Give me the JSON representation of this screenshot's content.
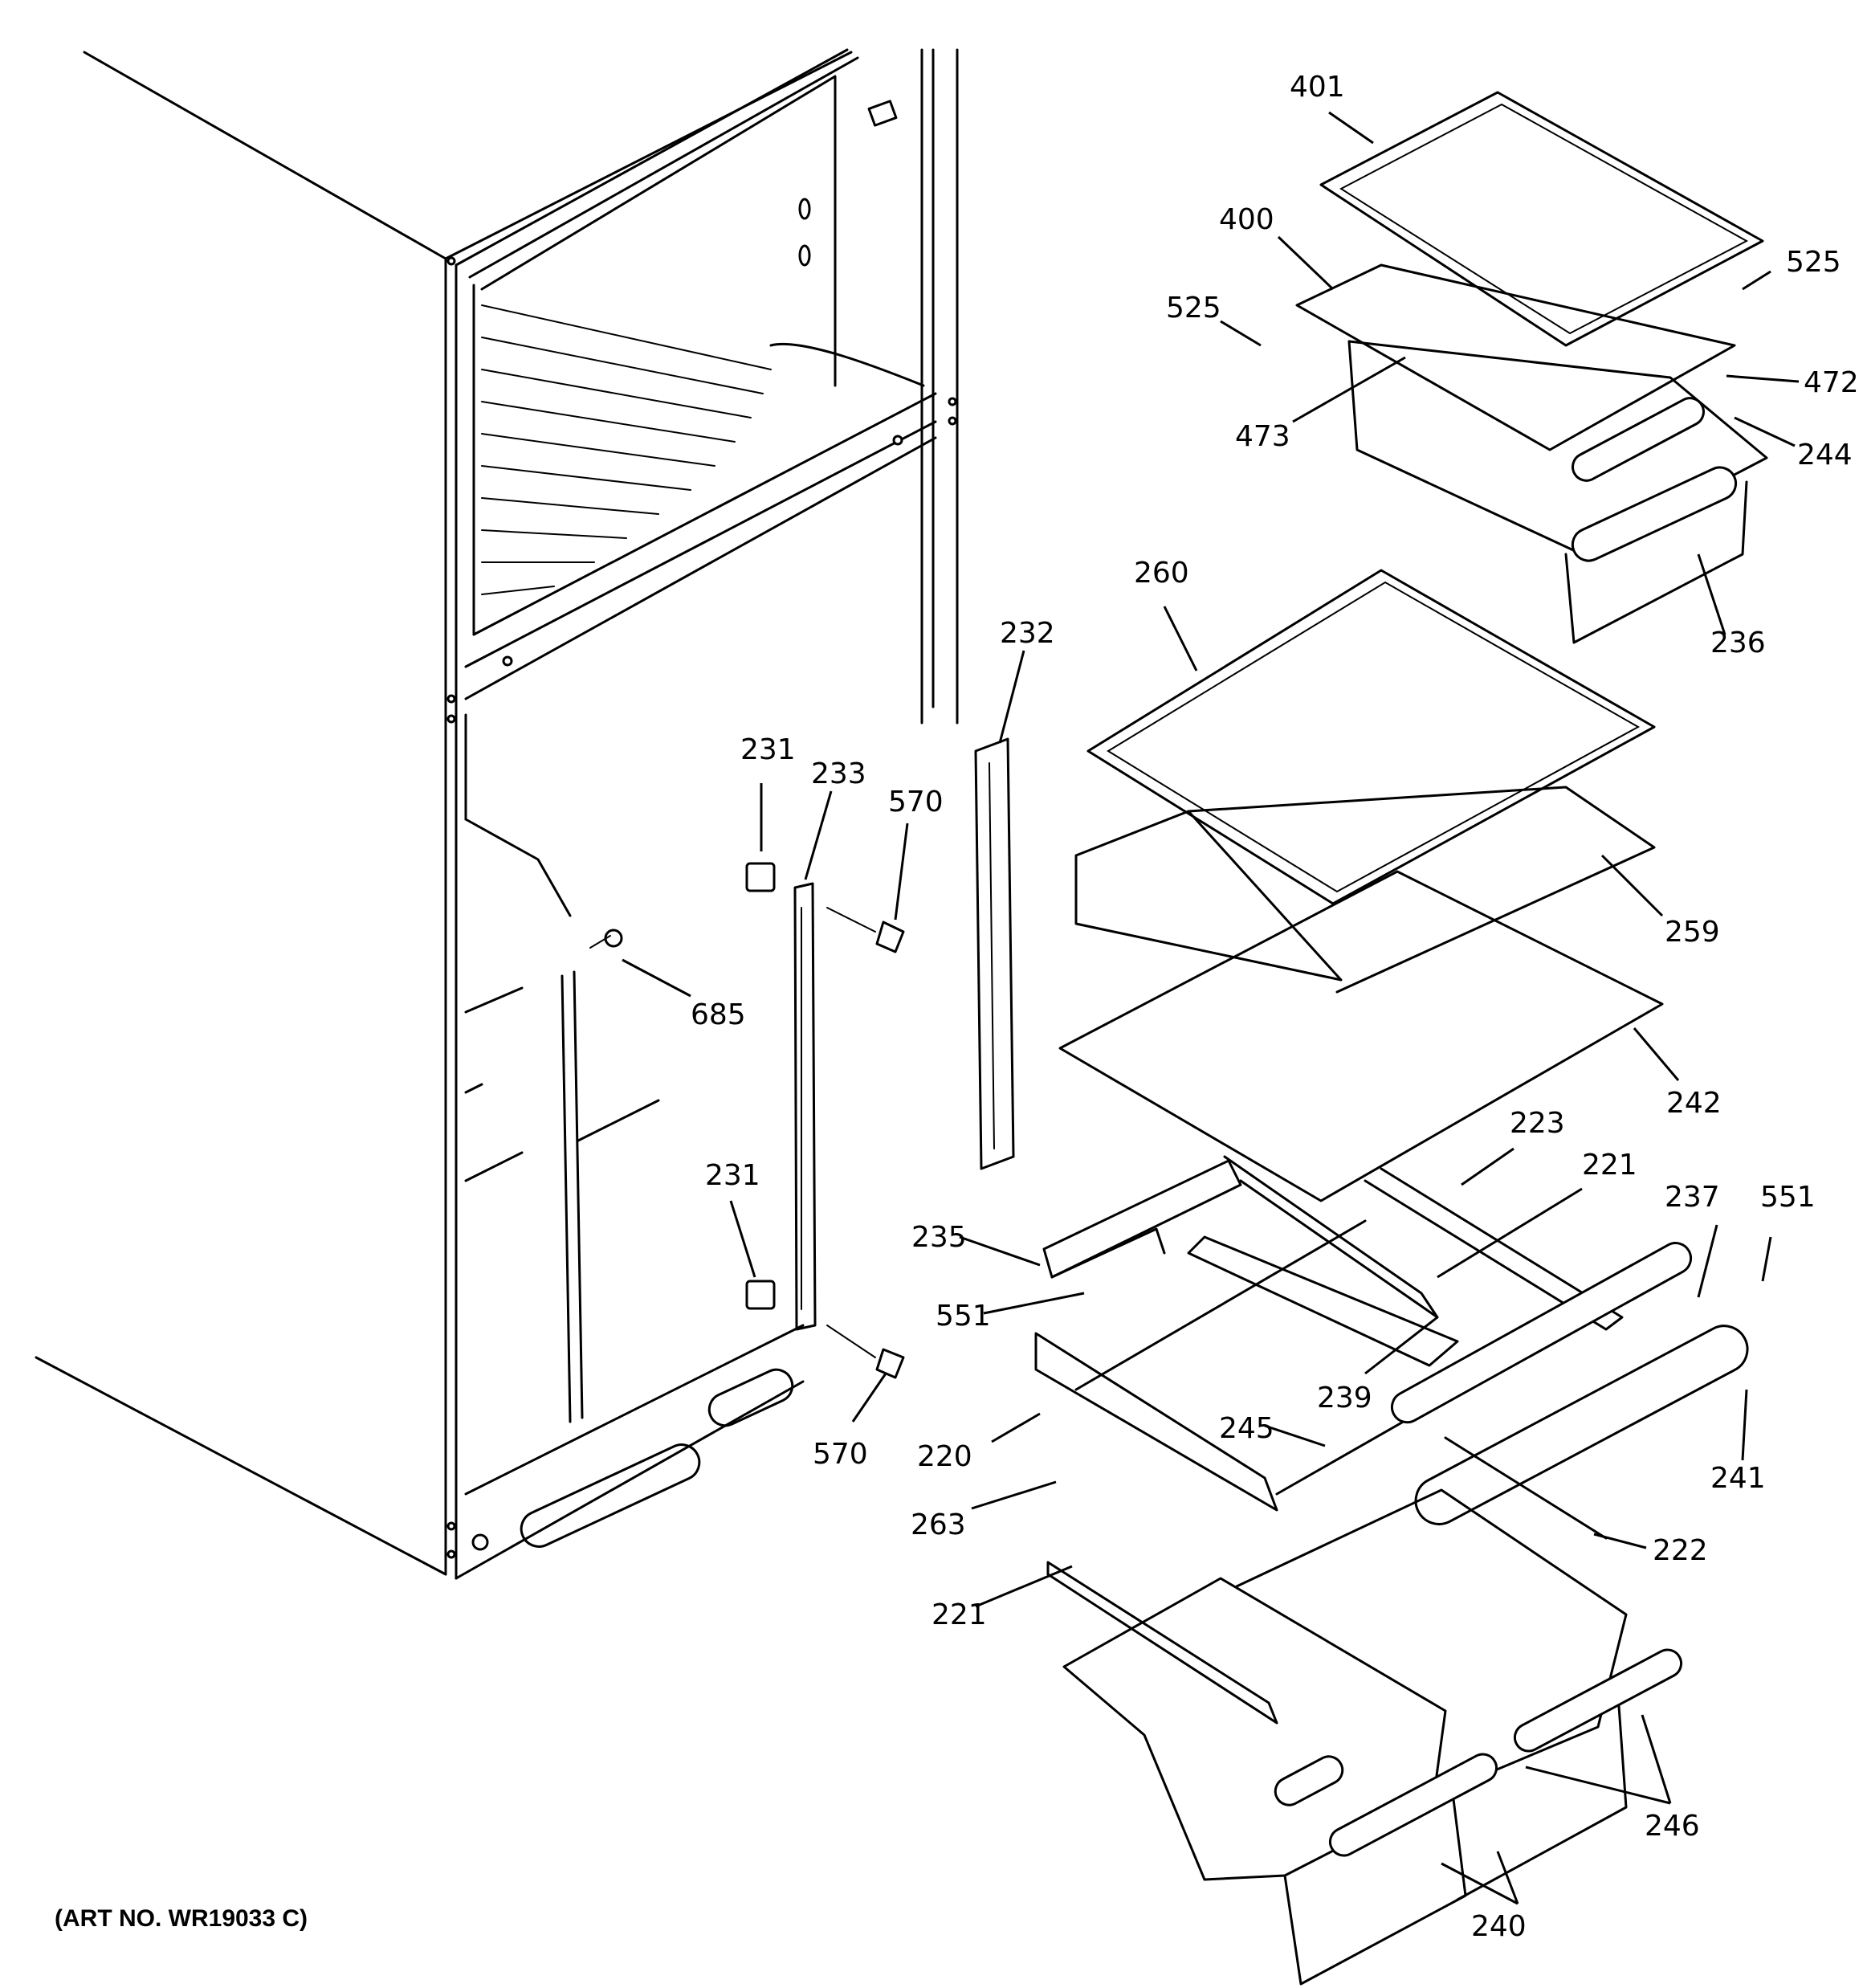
{
  "art_number": "(ART NO. WR19033 C)",
  "callouts": [
    {
      "key": "c401a",
      "text": "401"
    },
    {
      "key": "c400",
      "text": "400"
    },
    {
      "key": "c525a",
      "text": "525"
    },
    {
      "key": "c525b",
      "text": "525"
    },
    {
      "key": "c472",
      "text": "472"
    },
    {
      "key": "c473",
      "text": "473"
    },
    {
      "key": "c244",
      "text": "244"
    },
    {
      "key": "c236",
      "text": "236"
    },
    {
      "key": "c260",
      "text": "260"
    },
    {
      "key": "c232",
      "text": "232"
    },
    {
      "key": "c231a",
      "text": "231"
    },
    {
      "key": "c233",
      "text": "233"
    },
    {
      "key": "c570a",
      "text": "570"
    },
    {
      "key": "c259",
      "text": "259"
    },
    {
      "key": "c685",
      "text": "685"
    },
    {
      "key": "c242",
      "text": "242"
    },
    {
      "key": "c223",
      "text": "223"
    },
    {
      "key": "c221a",
      "text": "221"
    },
    {
      "key": "c237",
      "text": "237"
    },
    {
      "key": "c551a",
      "text": "551"
    },
    {
      "key": "c231b",
      "text": "231"
    },
    {
      "key": "c235",
      "text": "235"
    },
    {
      "key": "c551b",
      "text": "551"
    },
    {
      "key": "c239",
      "text": "239"
    },
    {
      "key": "c570b",
      "text": "570"
    },
    {
      "key": "c245",
      "text": "245"
    },
    {
      "key": "c220",
      "text": "220"
    },
    {
      "key": "c241",
      "text": "241"
    },
    {
      "key": "c263",
      "text": "263"
    },
    {
      "key": "c222",
      "text": "222"
    },
    {
      "key": "c221b",
      "text": "221"
    },
    {
      "key": "c246",
      "text": "246"
    },
    {
      "key": "c240",
      "text": "240"
    }
  ]
}
